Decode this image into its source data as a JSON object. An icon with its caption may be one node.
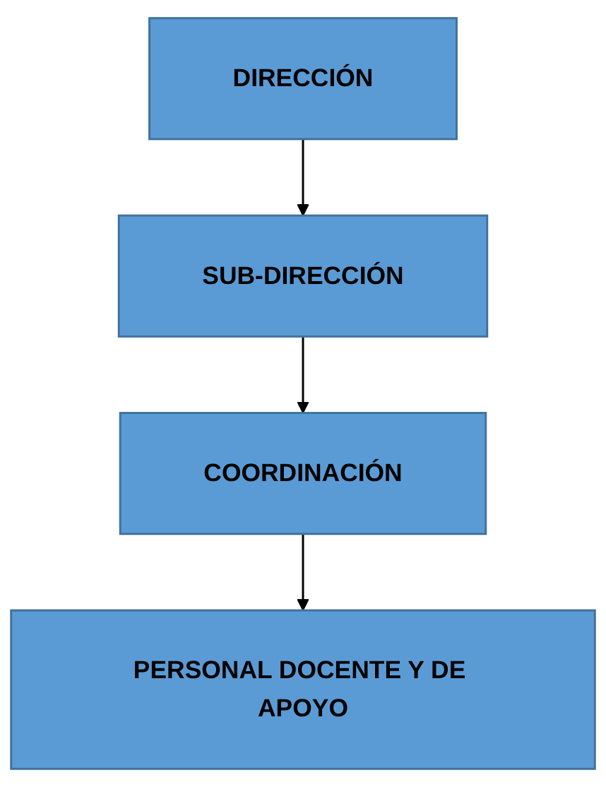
{
  "diagram": {
    "nodes": [
      {
        "text": [
          "DIRECCIÓN"
        ]
      },
      {
        "text": [
          "SUB-DIRECCIÓN"
        ]
      },
      {
        "text": [
          "COORDINACIÓN"
        ]
      },
      {
        "text": [
          "PERSONAL DOCENTE Y DE APOYO"
        ]
      }
    ],
    "edges": [
      {
        "from": 0,
        "to": 1,
        "arrow": "to"
      },
      {
        "from": 1,
        "to": 2,
        "arrow": "to"
      },
      {
        "from": 2,
        "to": 3,
        "arrow": "to"
      }
    ]
  }
}
